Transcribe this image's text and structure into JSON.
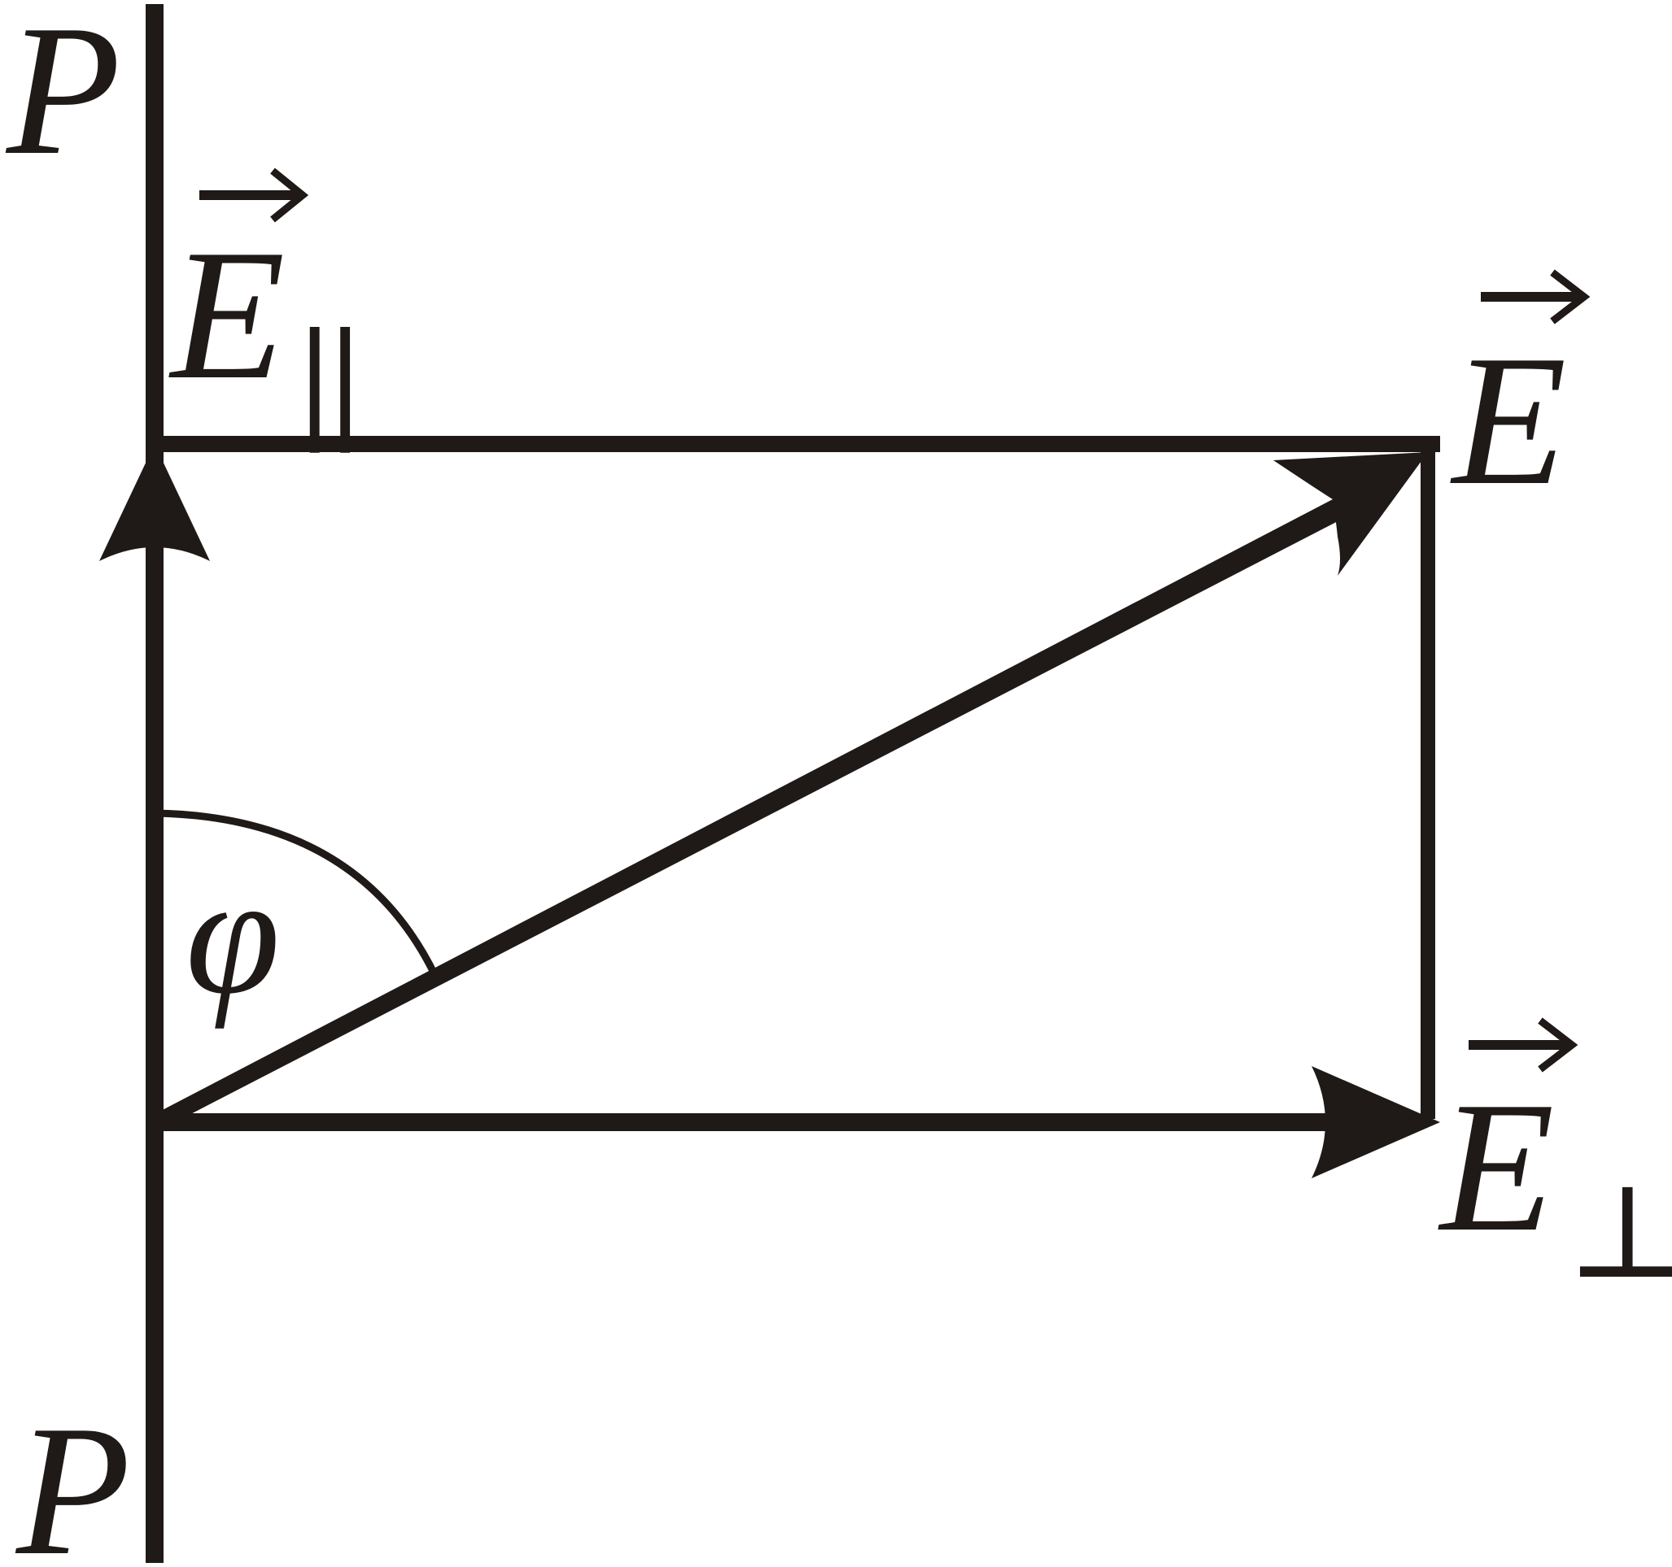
{
  "labels": {
    "p_top": "P",
    "p_bottom": "P",
    "e_parallel": "E",
    "e_parallel_sub": "||",
    "e_total": "E",
    "e_perp": "E",
    "e_perp_sub": "⊥",
    "angle": "φ"
  },
  "colors": {
    "ink": "#1f1a17",
    "background": "#ffffff"
  }
}
